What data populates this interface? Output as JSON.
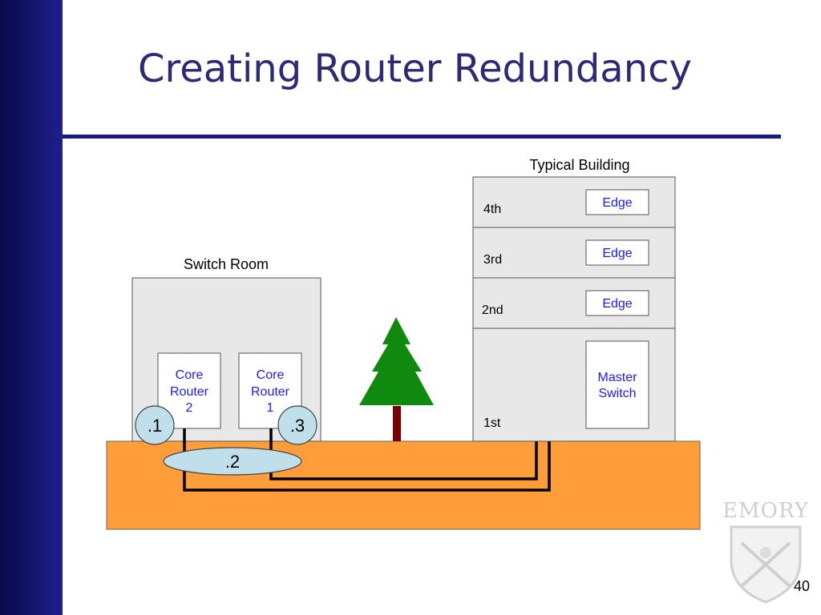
{
  "slide": {
    "title": "Creating Router Redundancy",
    "page_number": "40"
  },
  "diagram": {
    "switch_room": {
      "label": "Switch Room",
      "core_router_2": [
        "Core",
        "Router",
        "2"
      ],
      "core_router_1": [
        "Core",
        "Router",
        "1"
      ],
      "ip_left": ".1",
      "ip_right": ".3",
      "ip_middle": ".2"
    },
    "building": {
      "label": "Typical Building",
      "floors": [
        "4th",
        "3rd",
        "2nd",
        "1st"
      ],
      "edge_label": "Edge",
      "master_switch": [
        "Master",
        "Switch"
      ]
    },
    "logo": {
      "text": "EMORY"
    }
  },
  "colors": {
    "sidebar": "#1a1a80",
    "title": "#2a2a78",
    "ground": "#ff9d3b",
    "ellipse": "#bfe0ea",
    "tree": "#0f8a0f",
    "trunk": "#7a0000",
    "router_text": "#1a1aff"
  }
}
